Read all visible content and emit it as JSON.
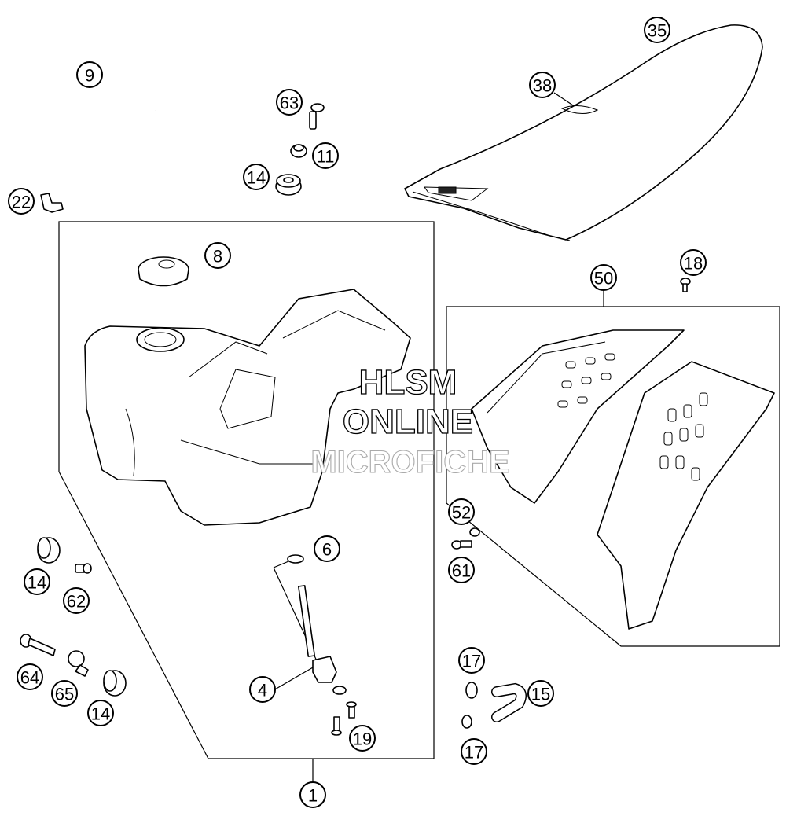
{
  "watermark": {
    "line1": "HLSM",
    "line2": "ONLINE",
    "line3": "MICROFICHE"
  },
  "callouts": {
    "c1": "1",
    "c4": "4",
    "c6": "6",
    "c8": "8",
    "c9": "9",
    "c11": "11",
    "c14a": "14",
    "c14b": "14",
    "c14c": "14",
    "c15": "15",
    "c17a": "17",
    "c17b": "17",
    "c18": "18",
    "c19": "19",
    "c22": "22",
    "c35": "35",
    "c38": "38",
    "c50": "50",
    "c52": "52",
    "c61": "61",
    "c62": "62",
    "c63": "63",
    "c64": "64",
    "c65": "65"
  }
}
